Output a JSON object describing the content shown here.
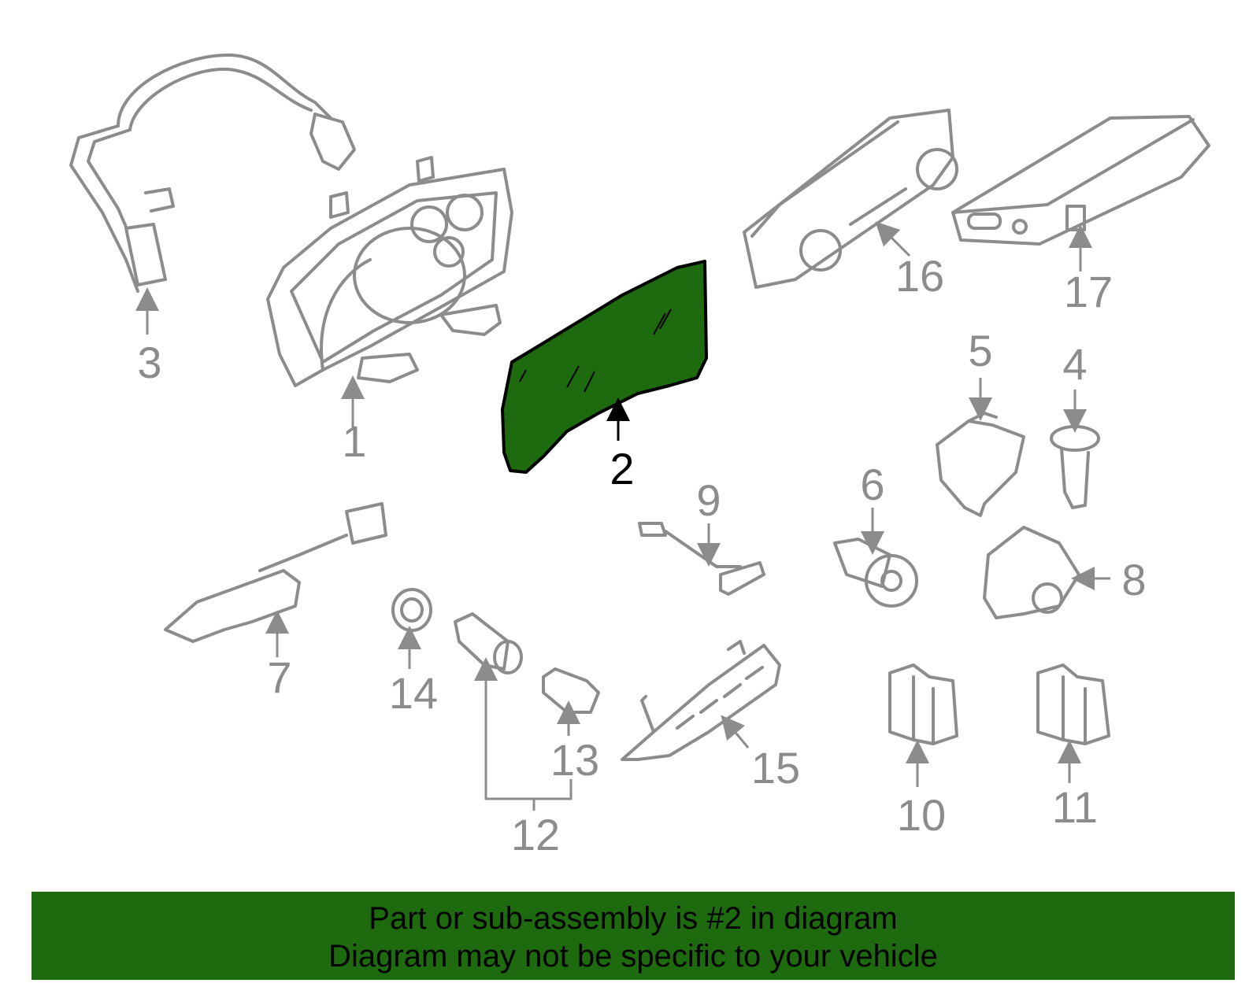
{
  "diagram": {
    "highlight_color": "#1d6b0e",
    "highlighted_part": "2",
    "callouts": {
      "p1": "1",
      "p2": "2",
      "p3": "3",
      "p4": "4",
      "p5": "5",
      "p6": "6",
      "p7": "7",
      "p8": "8",
      "p9": "9",
      "p10": "10",
      "p11": "11",
      "p12": "12",
      "p13": "13",
      "p14": "14",
      "p15": "15",
      "p16": "16",
      "p17": "17"
    }
  },
  "banner": {
    "line1": "Part or sub-assembly is #2 in diagram",
    "line2": "Diagram may not be specific to your vehicle"
  }
}
